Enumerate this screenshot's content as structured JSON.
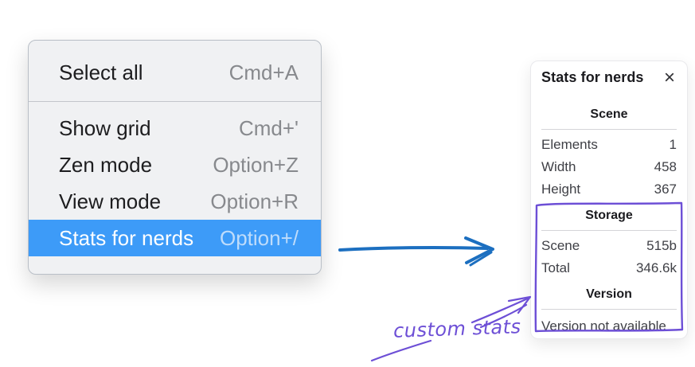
{
  "menu": {
    "items": [
      {
        "label": "Select all",
        "shortcut": "Cmd+A"
      },
      {
        "label": "Show grid",
        "shortcut": "Cmd+'"
      },
      {
        "label": "Zen mode",
        "shortcut": "Option+Z"
      },
      {
        "label": "View mode",
        "shortcut": "Option+R"
      },
      {
        "label": "Stats for nerds",
        "shortcut": "Option+/",
        "highlighted": true
      }
    ]
  },
  "stats_panel": {
    "title": "Stats for nerds",
    "close_icon": "×",
    "sections": [
      {
        "heading": "Scene",
        "rows": [
          {
            "label": "Elements",
            "value": "1"
          },
          {
            "label": "Width",
            "value": "458"
          },
          {
            "label": "Height",
            "value": "367"
          }
        ]
      },
      {
        "heading": "Storage",
        "rows": [
          {
            "label": "Scene",
            "value": "515b"
          },
          {
            "label": "Total",
            "value": "346.6k"
          }
        ]
      },
      {
        "heading": "Version",
        "note": "Version not available"
      }
    ]
  },
  "annotation": {
    "label": "custom stats"
  },
  "colors": {
    "menu_highlight": "#3d9bf8",
    "arrow_blue": "#1c6fc0",
    "annotation_purple": "#6d4fd6"
  }
}
